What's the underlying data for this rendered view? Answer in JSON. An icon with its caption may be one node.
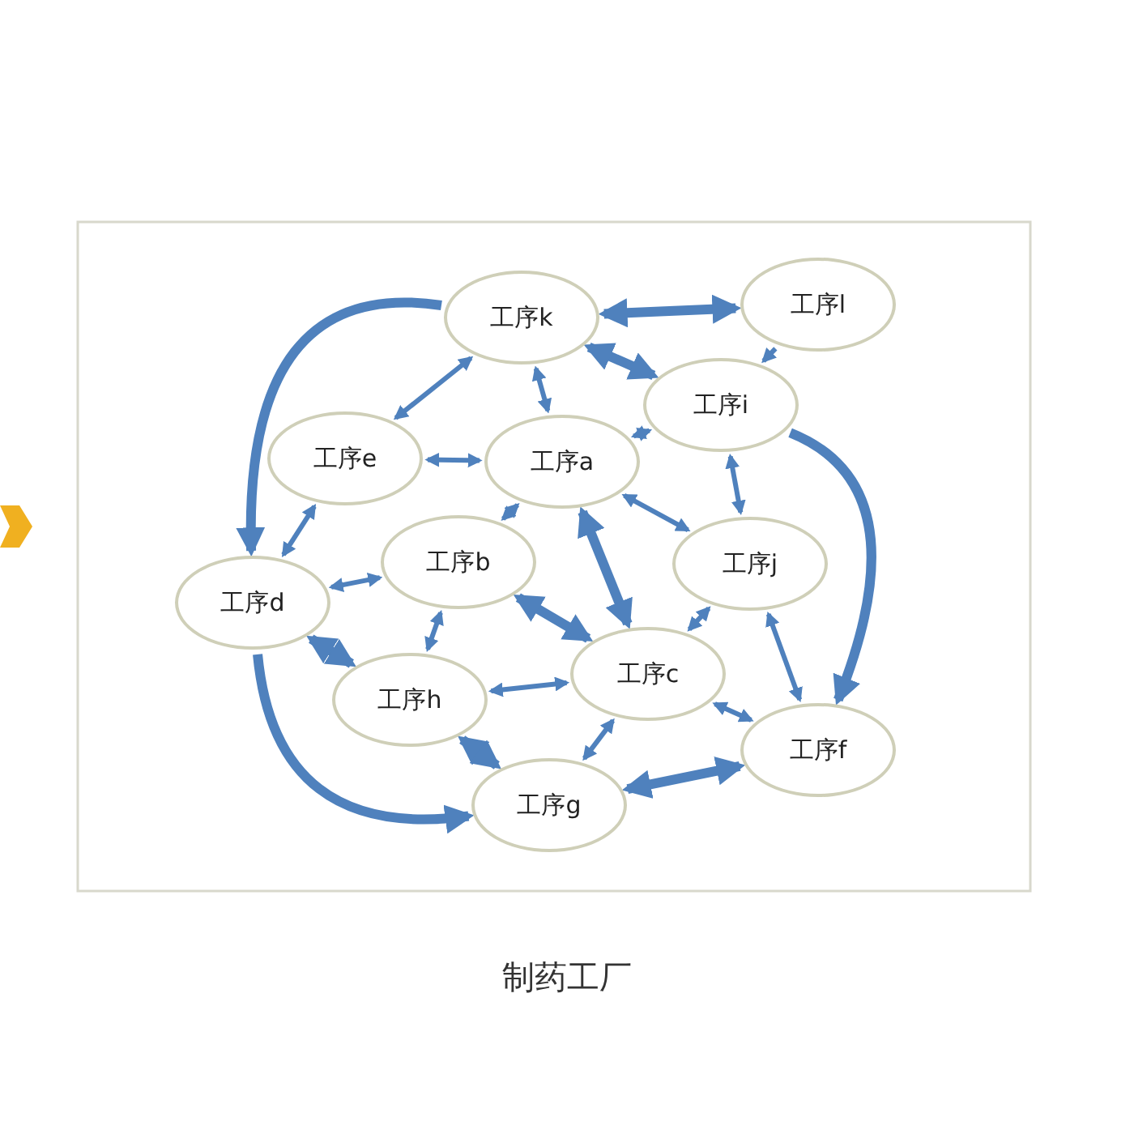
{
  "diagram": {
    "caption": "制药工厂",
    "nodes": [
      {
        "text": [
          "工序k"
        ]
      },
      {
        "text": [
          "工序l"
        ]
      },
      {
        "text": [
          "工序i"
        ]
      },
      {
        "text": [
          "工序e"
        ]
      },
      {
        "text": [
          "工序a"
        ]
      },
      {
        "text": [
          "工序b"
        ]
      },
      {
        "text": [
          "工序j"
        ]
      },
      {
        "text": [
          "工序d"
        ]
      },
      {
        "text": [
          "工序c"
        ]
      },
      {
        "text": [
          "工序h"
        ]
      },
      {
        "text": [
          "工序f"
        ]
      },
      {
        "text": [
          "工序g"
        ]
      }
    ],
    "edges": [
      {
        "from": 0,
        "to": 1,
        "arrow": "both",
        "style": "thick"
      },
      {
        "from": 0,
        "to": 3,
        "arrow": "both"
      },
      {
        "from": 0,
        "to": 4,
        "arrow": "both"
      },
      {
        "from": 0,
        "to": 2,
        "arrow": "both",
        "style": "thick"
      },
      {
        "from": 1,
        "to": 2,
        "arrow": "to"
      },
      {
        "from": 2,
        "to": 4,
        "arrow": "both"
      },
      {
        "from": 3,
        "to": 4,
        "arrow": "both"
      },
      {
        "from": 3,
        "to": 7,
        "arrow": "both"
      },
      {
        "from": 4,
        "to": 5,
        "arrow": "both"
      },
      {
        "from": 4,
        "to": 6,
        "arrow": "both"
      },
      {
        "from": 4,
        "to": 8,
        "arrow": "both",
        "style": "thick"
      },
      {
        "from": 2,
        "to": 6,
        "arrow": "both"
      },
      {
        "from": 5,
        "to": 7,
        "arrow": "both"
      },
      {
        "from": 5,
        "to": 9,
        "arrow": "both"
      },
      {
        "from": 5,
        "to": 8,
        "arrow": "both",
        "style": "thick"
      },
      {
        "from": 6,
        "to": 8,
        "arrow": "both"
      },
      {
        "from": 6,
        "to": 10,
        "arrow": "both"
      },
      {
        "from": 7,
        "to": 9,
        "arrow": "both",
        "style": "thick"
      },
      {
        "from": 8,
        "to": 9,
        "arrow": "both"
      },
      {
        "from": 8,
        "to": 10,
        "arrow": "both"
      },
      {
        "from": 8,
        "to": 11,
        "arrow": "both"
      },
      {
        "from": 9,
        "to": 11,
        "arrow": "both",
        "style": "thick"
      },
      {
        "from": 11,
        "to": 10,
        "arrow": "both",
        "style": "thick"
      },
      {
        "from": 0,
        "to": 7,
        "arrow": "to",
        "style": "thick"
      },
      {
        "from": 7,
        "to": 11,
        "arrow": "to",
        "style": "thick"
      },
      {
        "from": 2,
        "to": 10,
        "arrow": "to",
        "style": "thick"
      }
    ]
  }
}
